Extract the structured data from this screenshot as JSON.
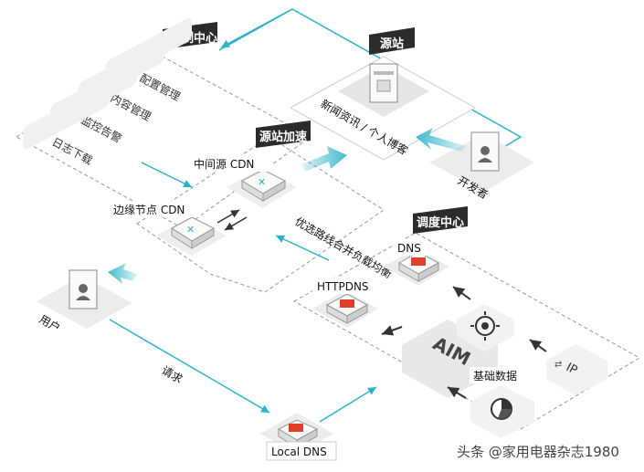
{
  "labels": {
    "control_center": "控制中心",
    "config_mgmt": "配置管理",
    "content_mgmt": "内容管理",
    "monitor_alert": "监控告警",
    "log_download": "日志下载",
    "origin_site": "源站",
    "origin_content": "新闻资讯 / 个人博客",
    "developer": "开发者",
    "origin_accel": "源站加速",
    "mid_cdn": "中间源 CDN",
    "edge_cdn": "边缘节点 CDN",
    "route_opt": "优选路线合并负载均衡",
    "dispatch_center": "调度中心",
    "dns": "DNS",
    "httpdns": "HTTPDNS",
    "aim": "AIM",
    "base_data": "基础数据",
    "user": "用户",
    "request": "请求",
    "local_dns": "Local DNS",
    "ip": "IP",
    "watermark": "头条 @家用电器杂志1980"
  },
  "colors": {
    "accent": "#2bb3c8",
    "banner": "#2b2b2b",
    "panel": "#eeeeee",
    "red_badge": "#e0402a"
  }
}
